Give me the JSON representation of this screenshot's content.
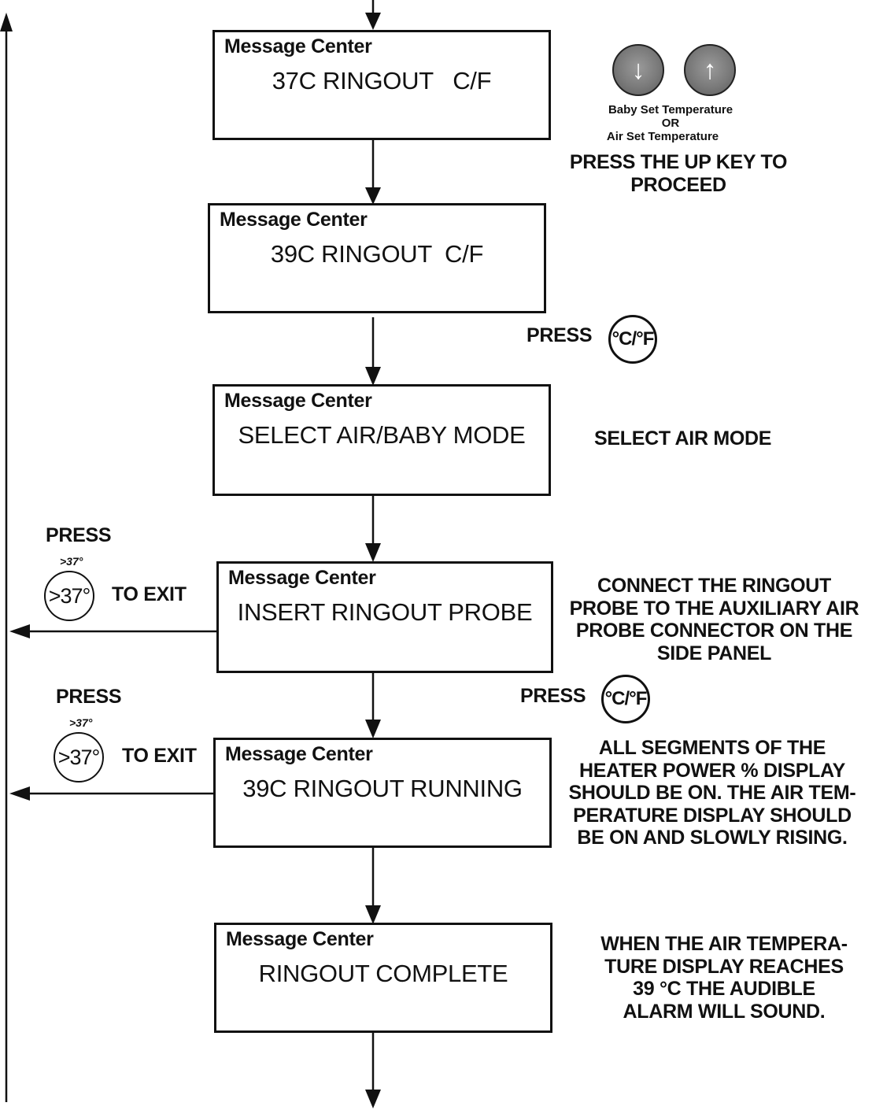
{
  "boxes": [
    {
      "header": "Message Center",
      "message": "37C RINGOUT   C/F"
    },
    {
      "header": "Message Center",
      "message": "39C RINGOUT  C/F"
    },
    {
      "header": "Message Center",
      "message": "SELECT AIR/BABY MODE"
    },
    {
      "header": "Message Center",
      "message": "INSERT RINGOUT PROBE"
    },
    {
      "header": "Message Center",
      "message": "39C RINGOUT RUNNING"
    },
    {
      "header": "Message Center",
      "message": "RINGOUT COMPLETE"
    }
  ],
  "keys": {
    "down_symbol": "↓",
    "up_symbol": "↑",
    "caption_line1": "Baby Set Temperature",
    "caption_line2": "OR",
    "caption_line3": "Air Set Temperature",
    "cf_label": "°C/°F",
    "exit_label": ">37°",
    "exit_small": ">37°"
  },
  "notes": {
    "proceed_line1": "PRESS THE UP KEY TO",
    "proceed_line2": "PROCEED",
    "select_air": "SELECT AIR MODE",
    "connect_lines": [
      "CONNECT THE RINGOUT",
      "PROBE TO THE AUXILIARY AIR",
      "PROBE CONNECTOR ON THE",
      "SIDE PANEL"
    ],
    "segments_lines": [
      "ALL SEGMENTS OF THE",
      "HEATER POWER % DISPLAY",
      "SHOULD BE ON. THE AIR TEM-",
      "PERATURE DISPLAY SHOULD",
      "BE ON AND SLOWLY RISING."
    ],
    "alarm_lines": [
      "WHEN THE AIR TEMPERA-",
      "TURE DISPLAY REACHES",
      "39 °C THE AUDIBLE",
      "ALARM WILL SOUND."
    ]
  },
  "labels": {
    "press": "PRESS",
    "to_exit": "TO EXIT"
  }
}
